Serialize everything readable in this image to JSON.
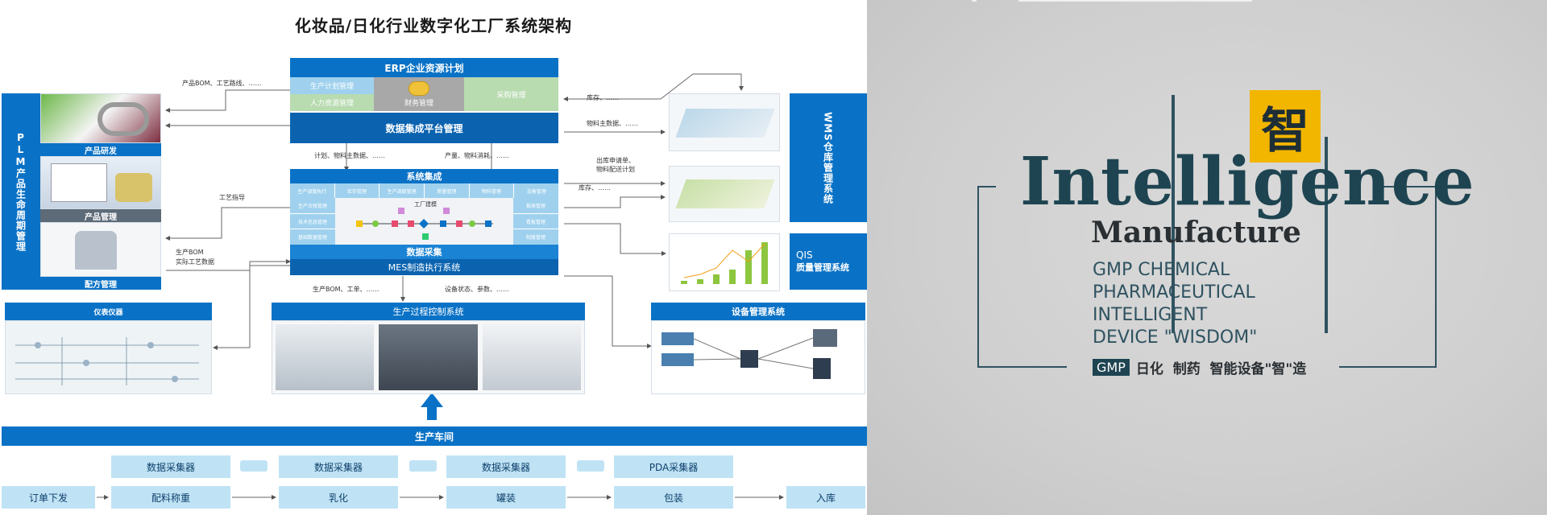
{
  "diagram": {
    "title": "化妆品/日化行业数字化工厂系统架构",
    "erp": {
      "title": "ERP企业资源计划",
      "cells": [
        "生产计划管理",
        "人力资源管理",
        "财务管理",
        "采购管理"
      ],
      "data_platform": "数据集成平台管理"
    },
    "mes": {
      "system_integration": "系统集成",
      "top_modules": [
        "生产调度执行",
        "库存管理",
        "生产调度管理",
        "质量管理",
        "物料管理",
        "设备管理"
      ],
      "left_modules": [
        "生产台账管理",
        "技术信息管理",
        "基础数据管理"
      ],
      "right_modules": [
        "报表管理",
        "看板管理",
        "制度管理"
      ],
      "factory_model": "工厂建模",
      "data_collection": "数据采集",
      "mes_title": "MES制造执行系统"
    },
    "plm": {
      "title": "PLM产品生命周期管理",
      "items": [
        "产品研发",
        "产品管理",
        "配方管理"
      ]
    },
    "wms": {
      "title": "WMS仓库管理系统"
    },
    "qis": {
      "code": "QIS",
      "title": "质量管理系统"
    },
    "instrument": {
      "title": "仪表仪器"
    },
    "process_control": {
      "title": "生产过程控制系统"
    },
    "equipment": {
      "title": "设备管理系统"
    },
    "workshop": {
      "title": "生产车间"
    },
    "notes": {
      "bom_route": "产品BOM、工艺路线、……",
      "inventory1": "库存、……",
      "material_master": "物料主数据、……",
      "plan_material": "计划、物料主数据、……",
      "output_consume": "产量、物料消耗、……",
      "outbound": "出库申请单、",
      "delivery_plan": "物料配送计划",
      "inventory2": "库存、……",
      "process_guide": "工艺指导",
      "prod_bom": "生产BOM",
      "actual_process": "实际工艺数据",
      "bom_order": "生产BOM、工单、……",
      "device_status": "设备状态、参数、……"
    },
    "collectors": [
      "数据采集器",
      "数据采集器",
      "数据采集器",
      "PDA采集器"
    ],
    "flow": [
      "订单下发",
      "配料称重",
      "乳化",
      "罐装",
      "包装",
      "入库"
    ],
    "colors": {
      "primary": "#0a72c6",
      "dark": "#0b63b0",
      "light": "#bfe3f5"
    }
  },
  "brand": {
    "badge_char": "智",
    "headline": "Intelligence",
    "subhead": "Manufacture",
    "lines": [
      "GMP CHEMICAL",
      "PHARMACEUTICAL",
      "INTELLIGENT",
      "DEVICE \"WISDOM\""
    ],
    "tag_box": "GMP",
    "tag_text": "日化  制药  智能设备\"智\"造",
    "colors": {
      "text": "#1e4451",
      "badge": "#f2b500"
    }
  }
}
